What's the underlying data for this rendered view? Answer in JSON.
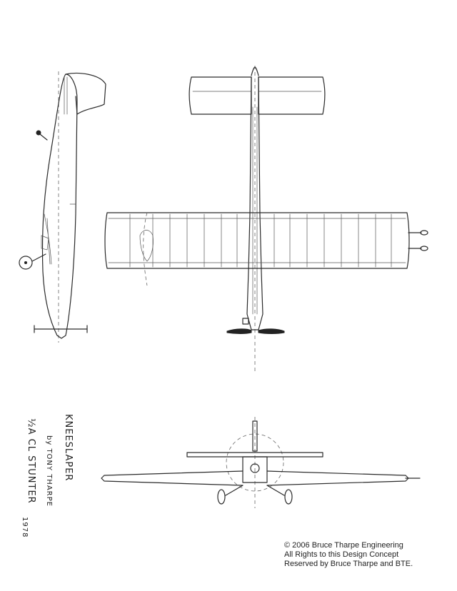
{
  "title_block": {
    "name": "KNEESLAPER",
    "designer": "by TONY THARPE",
    "category": "½A CL STUNTER",
    "year": "1978"
  },
  "copyright": {
    "line1": "© 2006 Bruce Tharpe Engineering",
    "line2": "All Rights to this Design Concept",
    "line3": "Reserved by Bruce Tharpe and BTE."
  }
}
